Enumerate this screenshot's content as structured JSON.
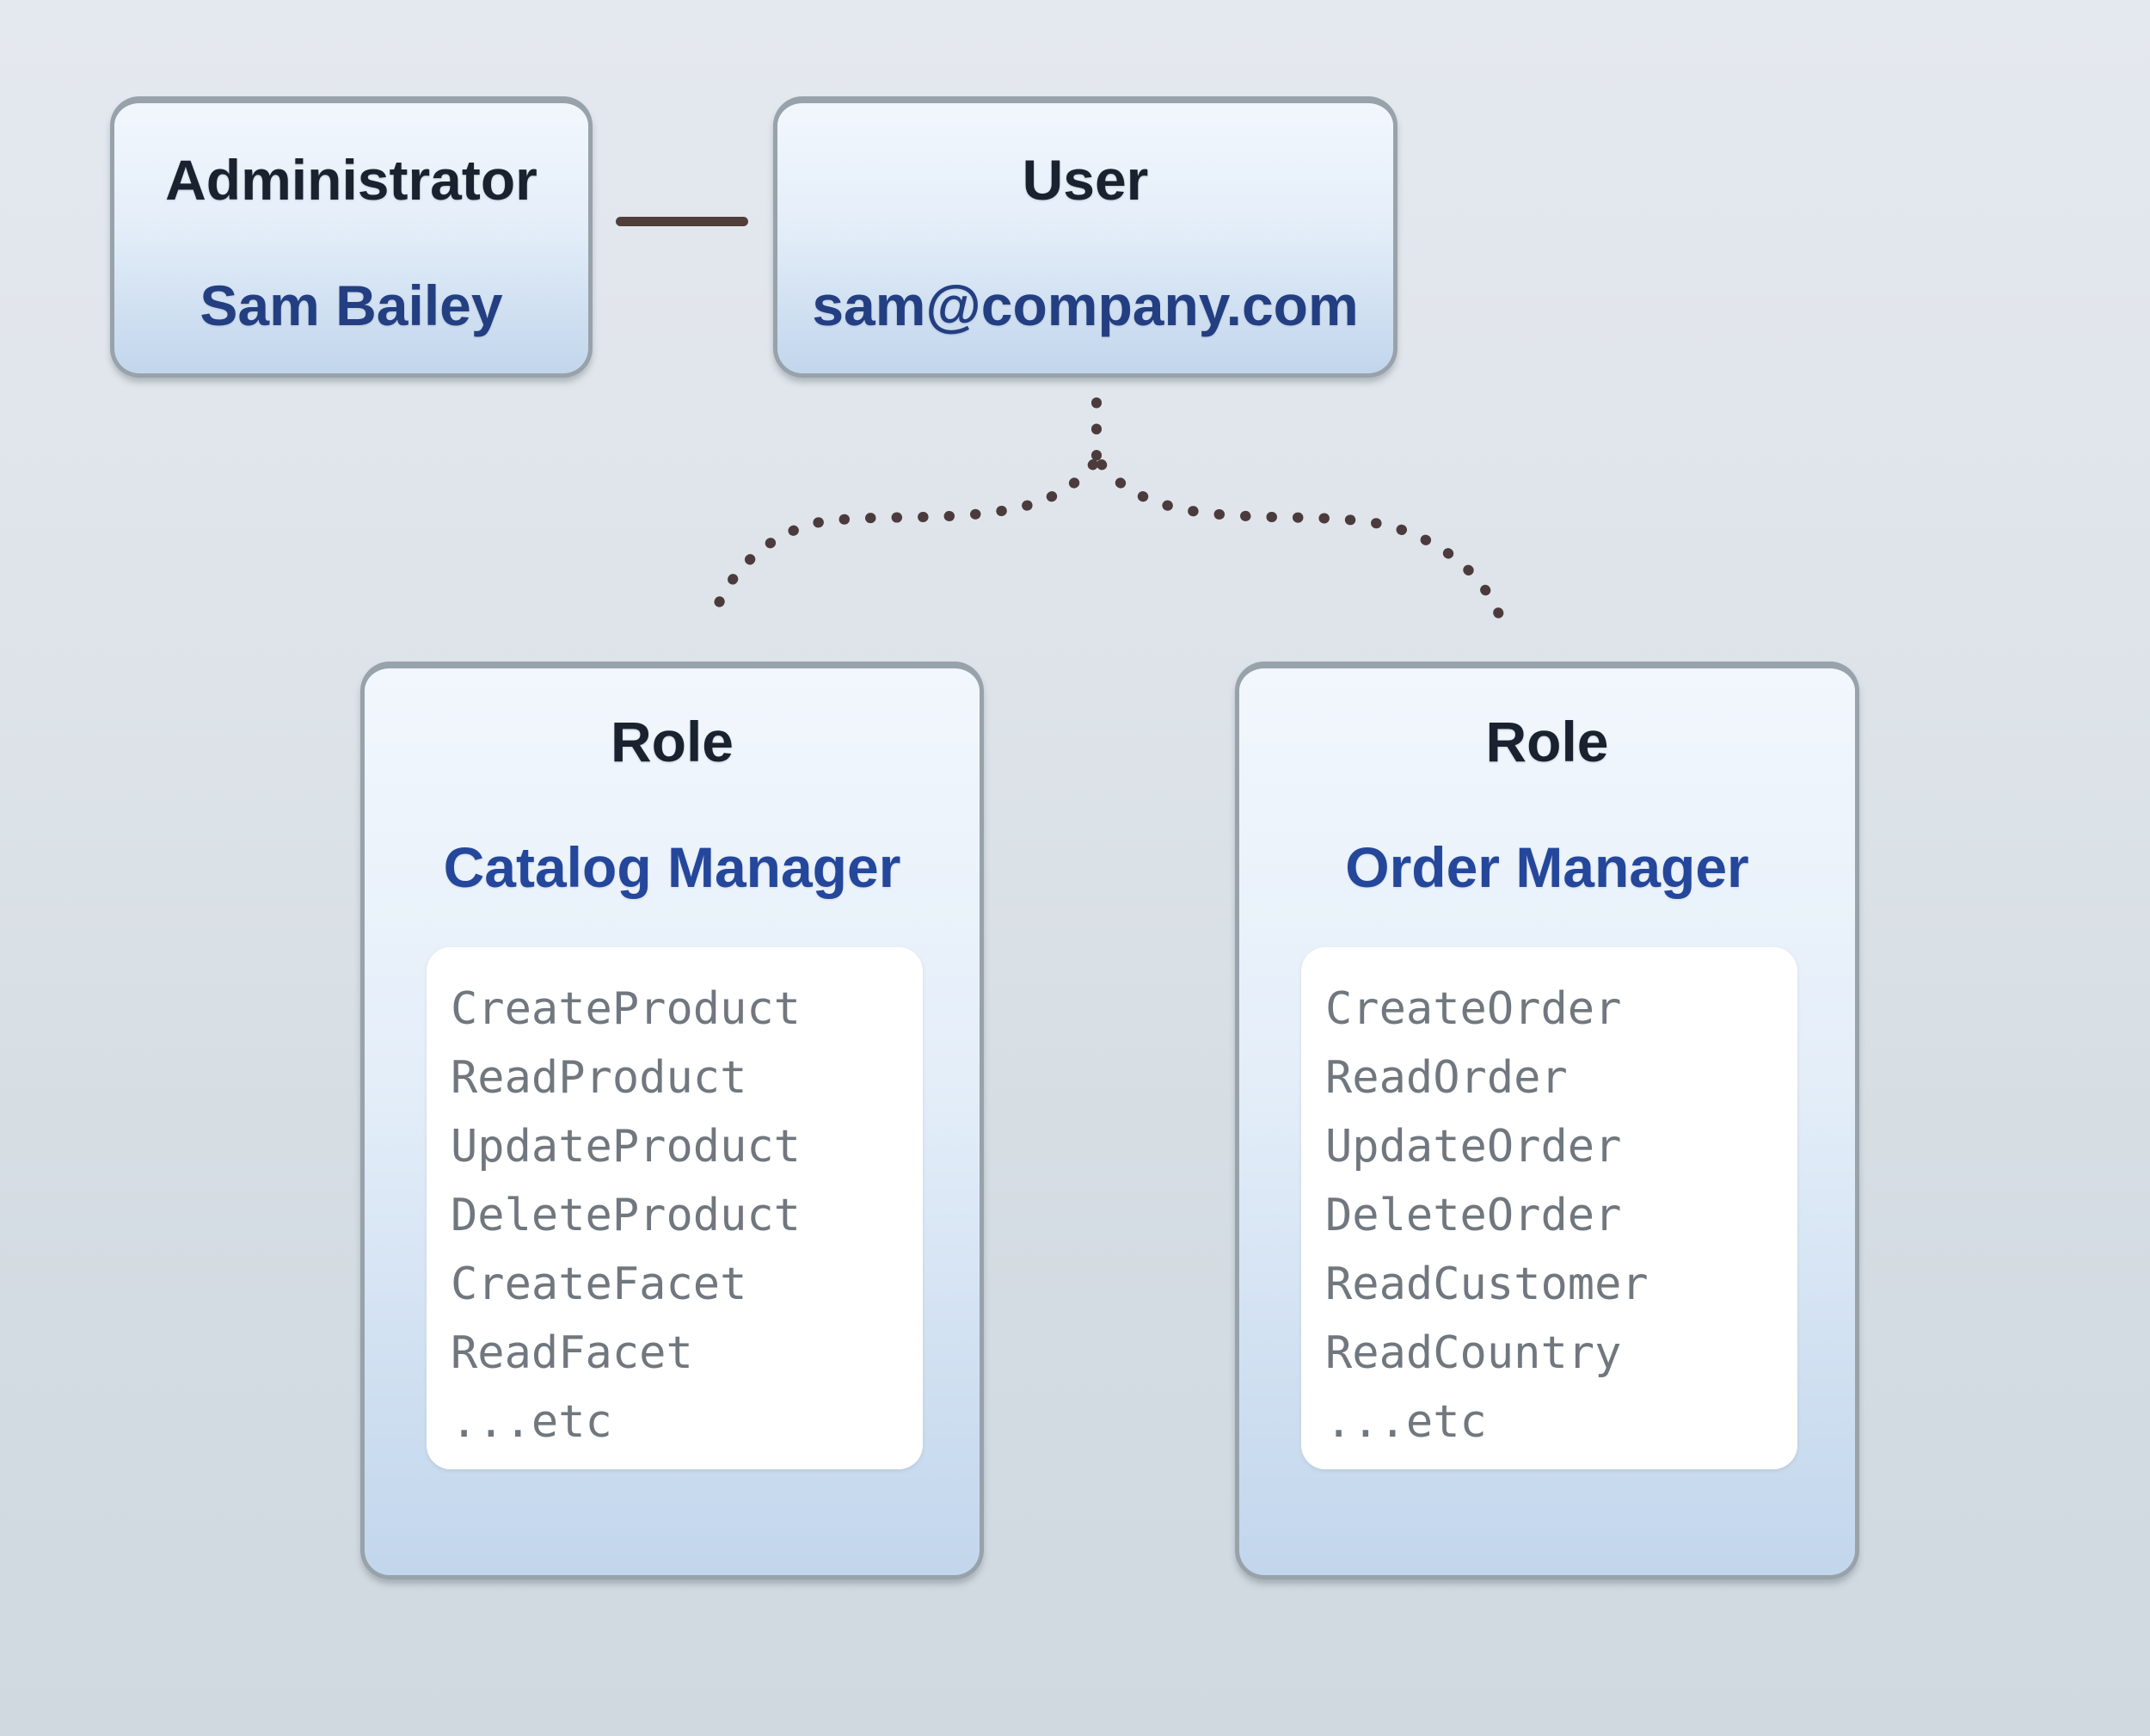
{
  "admin_card": {
    "title": "Administrator",
    "name": "Sam Bailey"
  },
  "user_card": {
    "title": "User",
    "email": "sam@company.com"
  },
  "role_cards": [
    {
      "title": "Role",
      "name": "Catalog Manager",
      "permissions": [
        "CreateProduct",
        "ReadProduct",
        "UpdateProduct",
        "DeleteProduct",
        "CreateFacet",
        "ReadFacet",
        "...etc"
      ]
    },
    {
      "title": "Role",
      "name": "Order Manager",
      "permissions": [
        "CreateOrder",
        "ReadOrder",
        "UpdateOrder",
        "DeleteOrder",
        "ReadCustomer",
        "ReadCountry",
        "...etc"
      ]
    }
  ],
  "colors": {
    "background_top": "#e4e9ef",
    "background_bottom": "#cfd9df",
    "card_border": "#98a2aa",
    "card_fill_top": "#f2f7fd",
    "card_fill_bottom": "#c2d6ec",
    "panel_fill": "#ffffff",
    "heading_text": "#19222e",
    "name_blue": "#233f82",
    "role_name_blue": "#24479b",
    "permission_text": "#70777e",
    "connector_brown": "#503e3a",
    "dot_brown": "#4c3b3d"
  }
}
